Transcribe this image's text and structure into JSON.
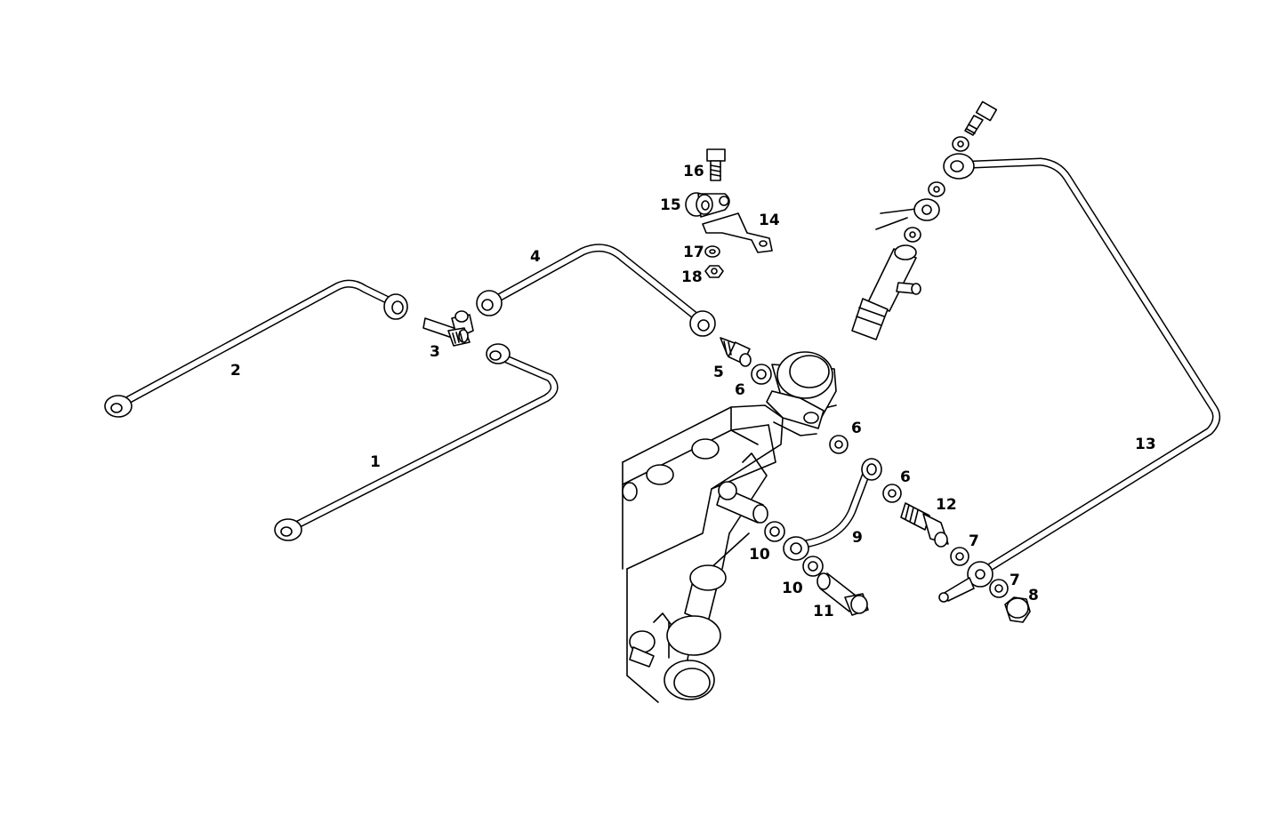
{
  "diagram": {
    "callouts": [
      {
        "id": "label-1",
        "text": "1"
      },
      {
        "id": "label-2",
        "text": "2"
      },
      {
        "id": "label-3",
        "text": "3"
      },
      {
        "id": "label-4",
        "text": "4"
      },
      {
        "id": "label-5",
        "text": "5"
      },
      {
        "id": "label-6a",
        "text": "6"
      },
      {
        "id": "label-6b",
        "text": "6"
      },
      {
        "id": "label-6c",
        "text": "6"
      },
      {
        "id": "label-7a",
        "text": "7"
      },
      {
        "id": "label-7b",
        "text": "7"
      },
      {
        "id": "label-8",
        "text": "8"
      },
      {
        "id": "label-9",
        "text": "9"
      },
      {
        "id": "label-10a",
        "text": "10"
      },
      {
        "id": "label-10b",
        "text": "10"
      },
      {
        "id": "label-11",
        "text": "11"
      },
      {
        "id": "label-12",
        "text": "12"
      },
      {
        "id": "label-13",
        "text": "13"
      },
      {
        "id": "label-14",
        "text": "14"
      },
      {
        "id": "label-15",
        "text": "15"
      },
      {
        "id": "label-16",
        "text": "16"
      },
      {
        "id": "label-17",
        "text": "17"
      },
      {
        "id": "label-18",
        "text": "18"
      }
    ]
  }
}
